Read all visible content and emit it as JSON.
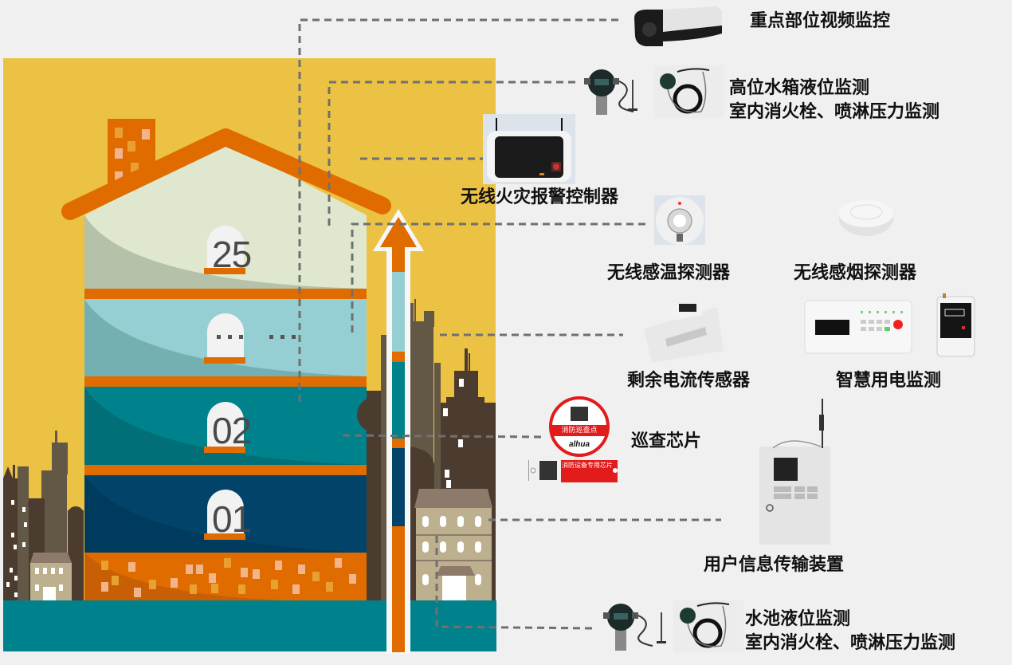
{
  "title": "智慧消防物联网监测系统示意",
  "building": {
    "floors": [
      {
        "id": "top",
        "number": "25"
      },
      {
        "id": "middle",
        "number": "···  ···"
      },
      {
        "id": "second",
        "number": "02"
      },
      {
        "id": "first",
        "number": "01"
      }
    ]
  },
  "devices": [
    {
      "id": "camera",
      "label": "重点部位视频监控",
      "icon": "camera-icon"
    },
    {
      "id": "high-tank",
      "label_line1": "高位水箱液位监测",
      "label_line2": "室内消火栓、喷淋压力监测",
      "icon": "pressure-sensor-icon"
    },
    {
      "id": "controller",
      "label": "无线火灾报警控制器",
      "icon": "alarm-controller-icon"
    },
    {
      "id": "temp-detector",
      "label": "无线感温探测器",
      "icon": "heat-detector-icon"
    },
    {
      "id": "smoke-detector",
      "label": "无线感烟探测器",
      "icon": "smoke-detector-icon"
    },
    {
      "id": "residual-current",
      "label": "剩余电流传感器",
      "icon": "current-sensor-icon"
    },
    {
      "id": "smart-power",
      "label": "智慧用电监测",
      "icon": "power-monitor-icon"
    },
    {
      "id": "patrol-chip",
      "label": "巡查芯片",
      "icon": "nfc-tag-icon",
      "tag_text": "消防巡查点",
      "tag_brand": "alhua",
      "card_text": "消防设备专用芯片"
    },
    {
      "id": "transmission",
      "label": "用户信息传输装置",
      "icon": "transmission-device-icon"
    },
    {
      "id": "pool",
      "label_line1": "水池液位监测",
      "label_line2": "室内消火栓、喷淋压力监测",
      "icon": "pressure-sensor-icon"
    }
  ],
  "colors": {
    "background": "#f0f0f0",
    "sky": "#ecc244",
    "orange": "#e06c00",
    "floor_top": "#dfe8cf",
    "floor_mid": "#96cfd3",
    "floor_02": "#00828c",
    "floor_01": "#02436a",
    "ground": "#00828c",
    "building_dark": "#4c3b2f",
    "building_mid": "#635746",
    "dash": "#707070"
  }
}
